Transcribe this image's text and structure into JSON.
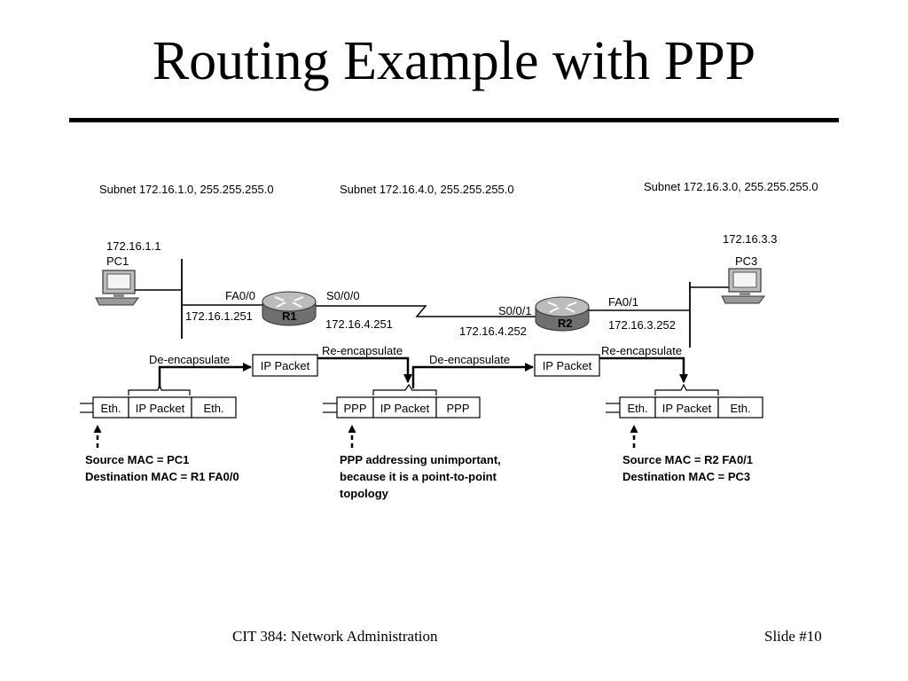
{
  "slide": {
    "title": "Routing Example with PPP",
    "footer_left": "CIT 384: Network Administration",
    "footer_right": "Slide #10"
  },
  "diagram": {
    "subnets": {
      "left": "Subnet 172.16.1.0, 255.255.255.0",
      "middle": "Subnet 172.16.4.0, 255.255.255.0",
      "right": "Subnet 172.16.3.0, 255.255.255.0"
    },
    "pc1": {
      "ip": "172.16.1.1",
      "name": "PC1"
    },
    "pc3": {
      "ip": "172.16.3.3",
      "name": "PC3"
    },
    "r1": {
      "name": "R1",
      "lan_iface": "FA0/0",
      "lan_ip": "172.16.1.251",
      "wan_iface": "S0/0/0",
      "wan_ip": "172.16.4.251"
    },
    "r2": {
      "name": "R2",
      "wan_iface": "S0/0/1",
      "wan_ip": "172.16.4.252",
      "lan_iface": "FA0/1",
      "lan_ip": "172.16.3.252"
    },
    "steps": {
      "deencap_1": "De-encapsulate",
      "reencap_1": "Re-encapsulate",
      "deencap_2": "De-encapsulate",
      "reencap_2": "Re-encapsulate",
      "ip_packet_1": "IP Packet",
      "ip_packet_2": "IP Packet"
    },
    "frames": {
      "left": [
        "Eth.",
        "IP Packet",
        "Eth."
      ],
      "middle": [
        "PPP",
        "IP Packet",
        "PPP"
      ],
      "right": [
        "Eth.",
        "IP Packet",
        "Eth."
      ]
    },
    "notes": {
      "left": [
        "Source MAC = PC1",
        "Destination MAC = R1 FA0/0"
      ],
      "middle": [
        "PPP addressing unimportant,",
        "because it is a point-to-point",
        "topology"
      ],
      "right": [
        "Source MAC = R2 FA0/1",
        "Destination MAC = PC3"
      ]
    }
  }
}
